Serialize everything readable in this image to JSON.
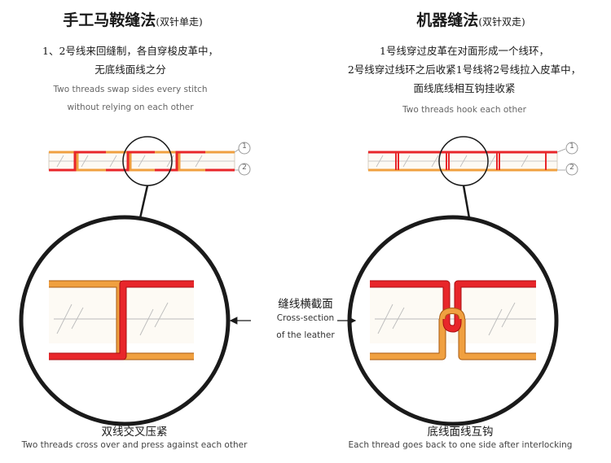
{
  "left": {
    "title": "手工马鞍缝法",
    "title_sub": "(双针单走)",
    "desc_zh": [
      "1、2号线来回缝制，各自穿梭皮革中，",
      "无底线面线之分"
    ],
    "desc_en": [
      "Two threads swap sides every stitch",
      "without relying on each other"
    ],
    "caption_zh": "双线交叉压紧",
    "caption_en": "Two threads cross over and press against each other"
  },
  "right": {
    "title": "机器缝法",
    "title_sub": "(双针双走)",
    "desc_zh": [
      "1号线穿过皮革在对面形成一个线环，",
      "2号线穿过线环之后收紧1号线将2号线拉入皮革中，",
      "面线底线相互钩挂收紧"
    ],
    "desc_en": [
      "Two threads hook each other"
    ],
    "caption_zh": "底线面线互钩",
    "caption_en": "Each thread goes back to one side after interlocking"
  },
  "middle": {
    "label_zh": "缝线横截面",
    "label_en": [
      "Cross-section",
      "of the leather"
    ]
  },
  "markers": [
    "1",
    "2"
  ],
  "colors": {
    "thread_top": "#e8262a",
    "thread_bottom": "#f0a040",
    "leather": "#fdfaf4",
    "outline": "#1a1a1a"
  }
}
